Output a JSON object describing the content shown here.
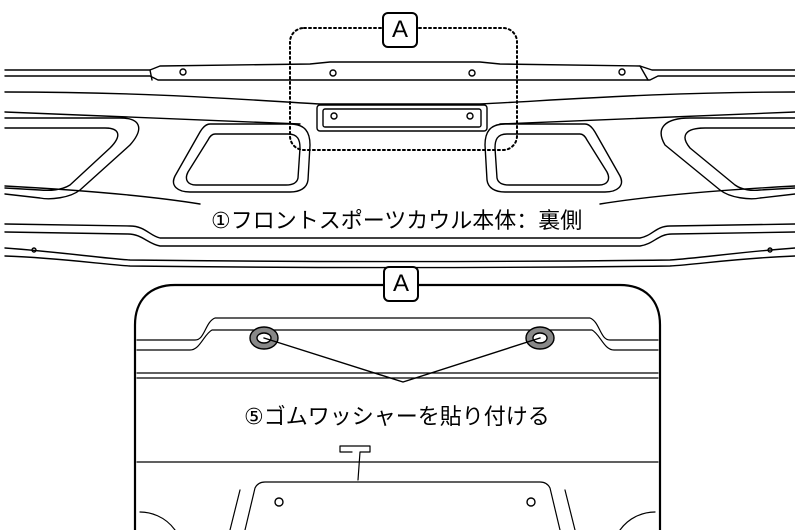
{
  "callout": {
    "letter": "A"
  },
  "labels": {
    "part_name": "①フロントスポーツカウル本体：裏側",
    "step_instruction": "⑤ゴムワッシャーを貼り付ける"
  }
}
